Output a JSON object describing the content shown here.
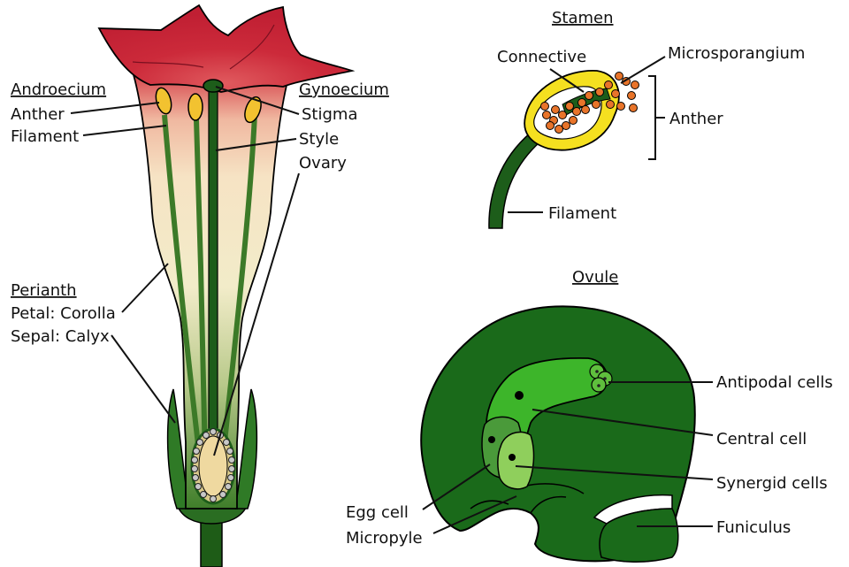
{
  "flower": {
    "androecium": {
      "title": "Androecium",
      "anther": "Anther",
      "filament": "Filament"
    },
    "gynoecium": {
      "title": "Gynoecium",
      "stigma": "Stigma",
      "style": "Style",
      "ovary": "Ovary"
    },
    "perianth": {
      "title": "Perianth",
      "petal": "Petal: Corolla",
      "sepal": "Sepal: Calyx"
    }
  },
  "stamen": {
    "title": "Stamen",
    "connective": "Connective",
    "microsporangium": "Microsporangium",
    "anther": "Anther",
    "filament": "Filament"
  },
  "ovule": {
    "title": "Ovule",
    "antipodal": "Antipodal cells",
    "central": "Central cell",
    "synergid": "Synergid cells",
    "funiculus": "Funiculus",
    "egg": "Egg cell",
    "micropyle": "Micropyle"
  },
  "colors": {
    "petal_red": "#c8273a",
    "tube_light": "#f7ecc8",
    "tube_green": "#4f8a2e",
    "dark_green": "#1d5d1a",
    "anther_yellow": "#f2c230",
    "pollen_orange": "#e8742a",
    "ovule_green": "#1a6a1a",
    "embryo_sac": "#3db52a",
    "egg_cell": "#4a9a3a",
    "synergid": "#8fcf5c"
  }
}
